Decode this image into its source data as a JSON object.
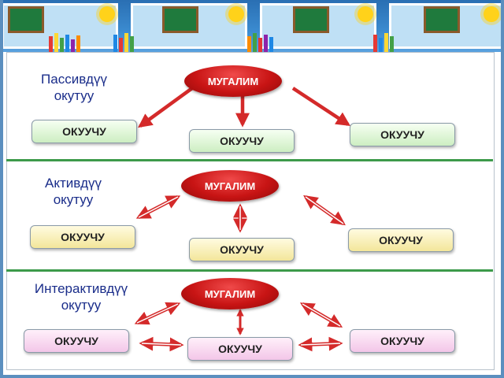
{
  "colors": {
    "teacher": "#c81414",
    "arrow": "#d42a2a",
    "title": "#1a2d8a",
    "separator": "#3c9a4a"
  },
  "sections": [
    {
      "title_line1": "Пассивдүү",
      "title_line2": "окутуу",
      "teacher": "МУГАЛИМ",
      "students": [
        "ОКУУЧУ",
        "ОКУУЧУ",
        "ОКУУЧУ"
      ]
    },
    {
      "title_line1": "Активдүү",
      "title_line2": "окутуу",
      "teacher": "МУГАЛИМ",
      "students": [
        "ОКУУЧУ",
        "ОКУУЧУ",
        "ОКУУЧУ"
      ]
    },
    {
      "title_line1": "Интерактивдүү",
      "title_line2": "окутуу",
      "teacher": "МУГАЛИМ",
      "students": [
        "ОКУУЧУ",
        "ОКУУЧУ",
        "ОКУУЧУ"
      ]
    }
  ]
}
